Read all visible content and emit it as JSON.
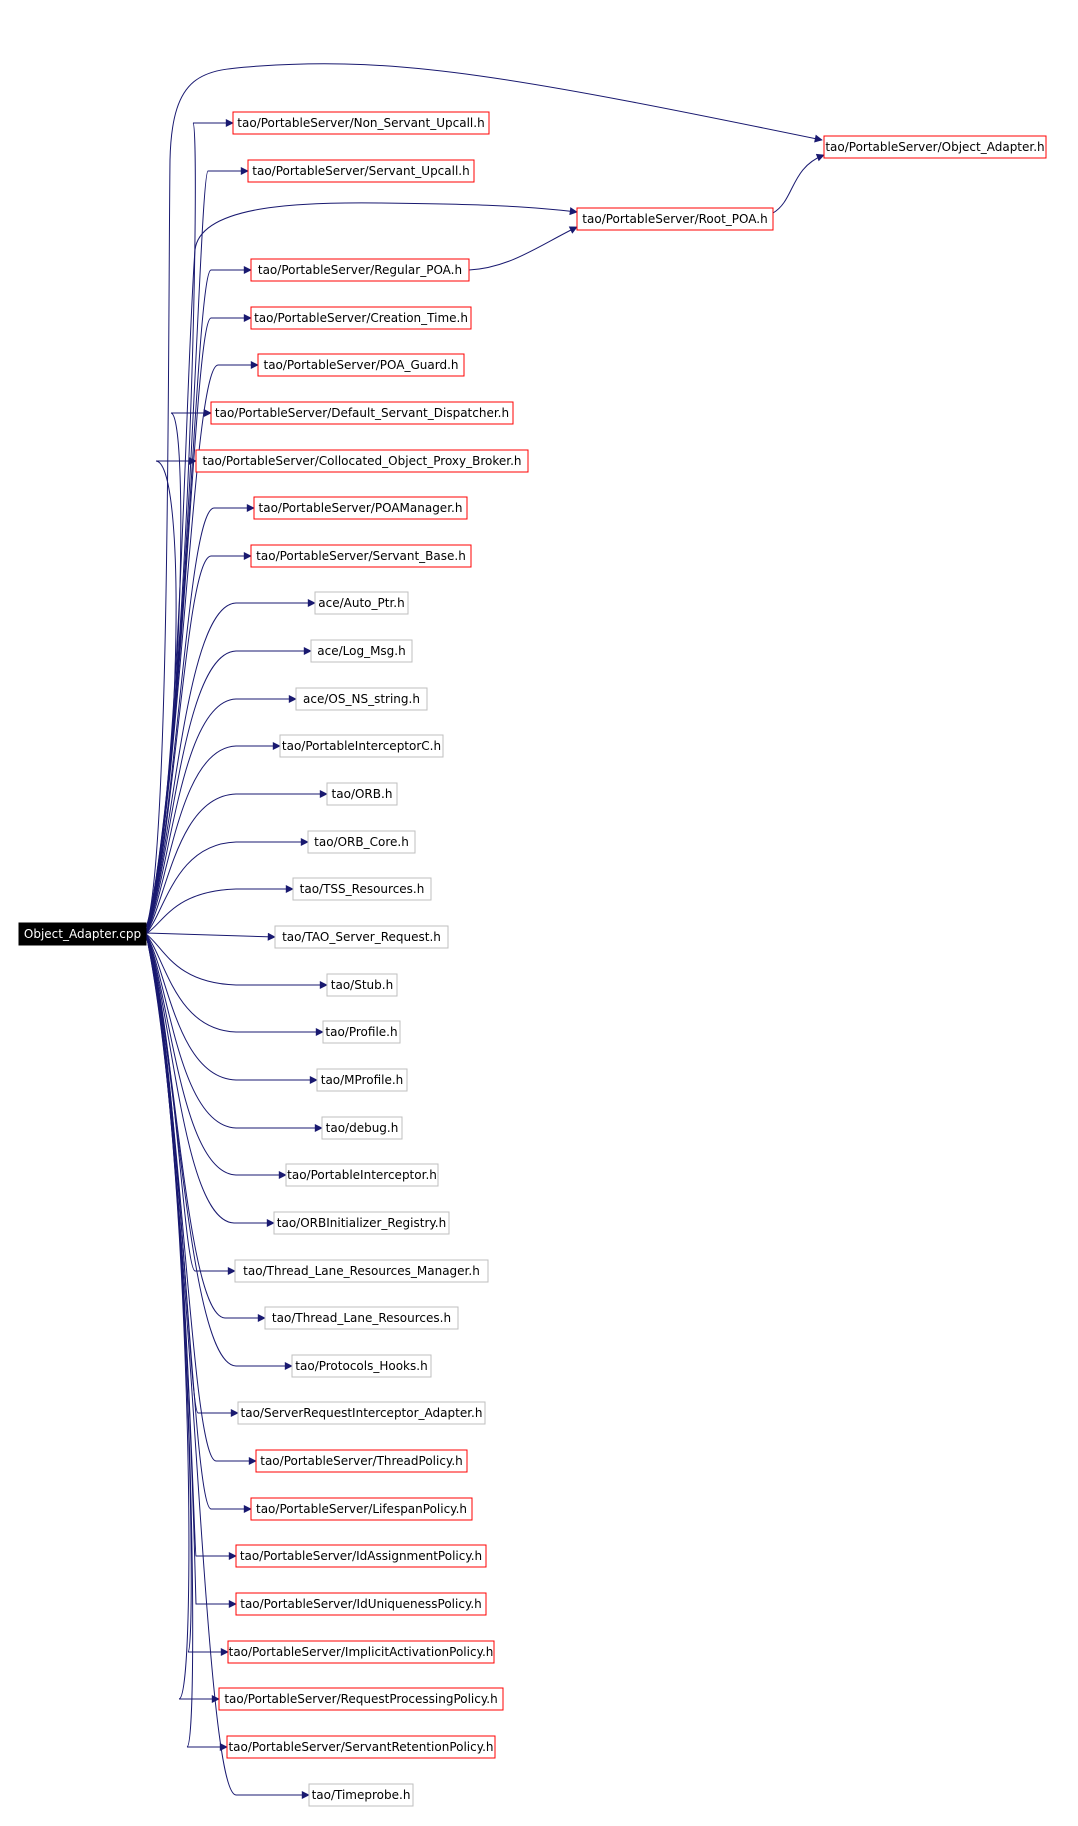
{
  "diagram": {
    "colors": {
      "edge": "#191970",
      "red_border": "#ff0000",
      "gray_border": "#bfbfbf",
      "root_fill": "#000000",
      "root_text": "#ffffff",
      "node_text": "#000000"
    },
    "root": {
      "id": "root",
      "label": "Object_Adapter.cpp"
    },
    "nodes": [
      {
        "id": "n_object_adapter",
        "label": "tao/PortableServer/Object_Adapter.h",
        "border": "red"
      },
      {
        "id": "n_non_servant_upcall",
        "label": "tao/PortableServer/Non_Servant_Upcall.h",
        "border": "red"
      },
      {
        "id": "n_servant_upcall",
        "label": "tao/PortableServer/Servant_Upcall.h",
        "border": "red"
      },
      {
        "id": "n_root_poa",
        "label": "tao/PortableServer/Root_POA.h",
        "border": "red"
      },
      {
        "id": "n_regular_poa",
        "label": "tao/PortableServer/Regular_POA.h",
        "border": "red"
      },
      {
        "id": "n_creation_time",
        "label": "tao/PortableServer/Creation_Time.h",
        "border": "red"
      },
      {
        "id": "n_poa_guard",
        "label": "tao/PortableServer/POA_Guard.h",
        "border": "red"
      },
      {
        "id": "n_default_servant_dispatcher",
        "label": "tao/PortableServer/Default_Servant_Dispatcher.h",
        "border": "red"
      },
      {
        "id": "n_collocated_broker",
        "label": "tao/PortableServer/Collocated_Object_Proxy_Broker.h",
        "border": "red"
      },
      {
        "id": "n_poamanager",
        "label": "tao/PortableServer/POAManager.h",
        "border": "red"
      },
      {
        "id": "n_servant_base",
        "label": "tao/PortableServer/Servant_Base.h",
        "border": "red"
      },
      {
        "id": "n_auto_ptr",
        "label": "ace/Auto_Ptr.h",
        "border": "gray"
      },
      {
        "id": "n_log_msg",
        "label": "ace/Log_Msg.h",
        "border": "gray"
      },
      {
        "id": "n_os_ns_string",
        "label": "ace/OS_NS_string.h",
        "border": "gray"
      },
      {
        "id": "n_portable_interceptor_c",
        "label": "tao/PortableInterceptorC.h",
        "border": "gray"
      },
      {
        "id": "n_orb",
        "label": "tao/ORB.h",
        "border": "gray"
      },
      {
        "id": "n_orb_core",
        "label": "tao/ORB_Core.h",
        "border": "gray"
      },
      {
        "id": "n_tss_resources",
        "label": "tao/TSS_Resources.h",
        "border": "gray"
      },
      {
        "id": "n_tao_server_request",
        "label": "tao/TAO_Server_Request.h",
        "border": "gray"
      },
      {
        "id": "n_stub",
        "label": "tao/Stub.h",
        "border": "gray"
      },
      {
        "id": "n_profile",
        "label": "tao/Profile.h",
        "border": "gray"
      },
      {
        "id": "n_mprofile",
        "label": "tao/MProfile.h",
        "border": "gray"
      },
      {
        "id": "n_debug",
        "label": "tao/debug.h",
        "border": "gray"
      },
      {
        "id": "n_portable_interceptor",
        "label": "tao/PortableInterceptor.h",
        "border": "gray"
      },
      {
        "id": "n_orbinitializer_registry",
        "label": "tao/ORBInitializer_Registry.h",
        "border": "gray"
      },
      {
        "id": "n_thread_lane_resources_manager",
        "label": "tao/Thread_Lane_Resources_Manager.h",
        "border": "gray"
      },
      {
        "id": "n_thread_lane_resources",
        "label": "tao/Thread_Lane_Resources.h",
        "border": "gray"
      },
      {
        "id": "n_protocols_hooks",
        "label": "tao/Protocols_Hooks.h",
        "border": "gray"
      },
      {
        "id": "n_server_request_interceptor_adapter",
        "label": "tao/ServerRequestInterceptor_Adapter.h",
        "border": "gray"
      },
      {
        "id": "n_thread_policy",
        "label": "tao/PortableServer/ThreadPolicy.h",
        "border": "red"
      },
      {
        "id": "n_lifespan_policy",
        "label": "tao/PortableServer/LifespanPolicy.h",
        "border": "red"
      },
      {
        "id": "n_id_assignment_policy",
        "label": "tao/PortableServer/IdAssignmentPolicy.h",
        "border": "red"
      },
      {
        "id": "n_id_uniqueness_policy",
        "label": "tao/PortableServer/IdUniquenessPolicy.h",
        "border": "red"
      },
      {
        "id": "n_implicit_activation_policy",
        "label": "tao/PortableServer/ImplicitActivationPolicy.h",
        "border": "red"
      },
      {
        "id": "n_request_processing_policy",
        "label": "tao/PortableServer/RequestProcessingPolicy.h",
        "border": "red"
      },
      {
        "id": "n_servant_retention_policy",
        "label": "tao/PortableServer/ServantRetentionPolicy.h",
        "border": "red"
      },
      {
        "id": "n_timeprobe",
        "label": "tao/Timeprobe.h",
        "border": "gray"
      }
    ],
    "edges": [
      {
        "from": "root",
        "to": "n_object_adapter"
      },
      {
        "from": "root",
        "to": "n_non_servant_upcall"
      },
      {
        "from": "root",
        "to": "n_servant_upcall"
      },
      {
        "from": "root",
        "to": "n_root_poa"
      },
      {
        "from": "root",
        "to": "n_regular_poa"
      },
      {
        "from": "root",
        "to": "n_creation_time"
      },
      {
        "from": "root",
        "to": "n_poa_guard"
      },
      {
        "from": "root",
        "to": "n_default_servant_dispatcher"
      },
      {
        "from": "root",
        "to": "n_collocated_broker"
      },
      {
        "from": "root",
        "to": "n_poamanager"
      },
      {
        "from": "root",
        "to": "n_servant_base"
      },
      {
        "from": "root",
        "to": "n_auto_ptr"
      },
      {
        "from": "root",
        "to": "n_log_msg"
      },
      {
        "from": "root",
        "to": "n_os_ns_string"
      },
      {
        "from": "root",
        "to": "n_portable_interceptor_c"
      },
      {
        "from": "root",
        "to": "n_orb"
      },
      {
        "from": "root",
        "to": "n_orb_core"
      },
      {
        "from": "root",
        "to": "n_tss_resources"
      },
      {
        "from": "root",
        "to": "n_tao_server_request"
      },
      {
        "from": "root",
        "to": "n_stub"
      },
      {
        "from": "root",
        "to": "n_profile"
      },
      {
        "from": "root",
        "to": "n_mprofile"
      },
      {
        "from": "root",
        "to": "n_debug"
      },
      {
        "from": "root",
        "to": "n_portable_interceptor"
      },
      {
        "from": "root",
        "to": "n_orbinitializer_registry"
      },
      {
        "from": "root",
        "to": "n_thread_lane_resources_manager"
      },
      {
        "from": "root",
        "to": "n_thread_lane_resources"
      },
      {
        "from": "root",
        "to": "n_protocols_hooks"
      },
      {
        "from": "root",
        "to": "n_server_request_interceptor_adapter"
      },
      {
        "from": "root",
        "to": "n_thread_policy"
      },
      {
        "from": "root",
        "to": "n_lifespan_policy"
      },
      {
        "from": "root",
        "to": "n_id_assignment_policy"
      },
      {
        "from": "root",
        "to": "n_id_uniqueness_policy"
      },
      {
        "from": "root",
        "to": "n_implicit_activation_policy"
      },
      {
        "from": "root",
        "to": "n_request_processing_policy"
      },
      {
        "from": "root",
        "to": "n_servant_retention_policy"
      },
      {
        "from": "root",
        "to": "n_timeprobe"
      },
      {
        "from": "n_regular_poa",
        "to": "n_root_poa"
      },
      {
        "from": "n_root_poa",
        "to": "n_object_adapter"
      }
    ]
  }
}
